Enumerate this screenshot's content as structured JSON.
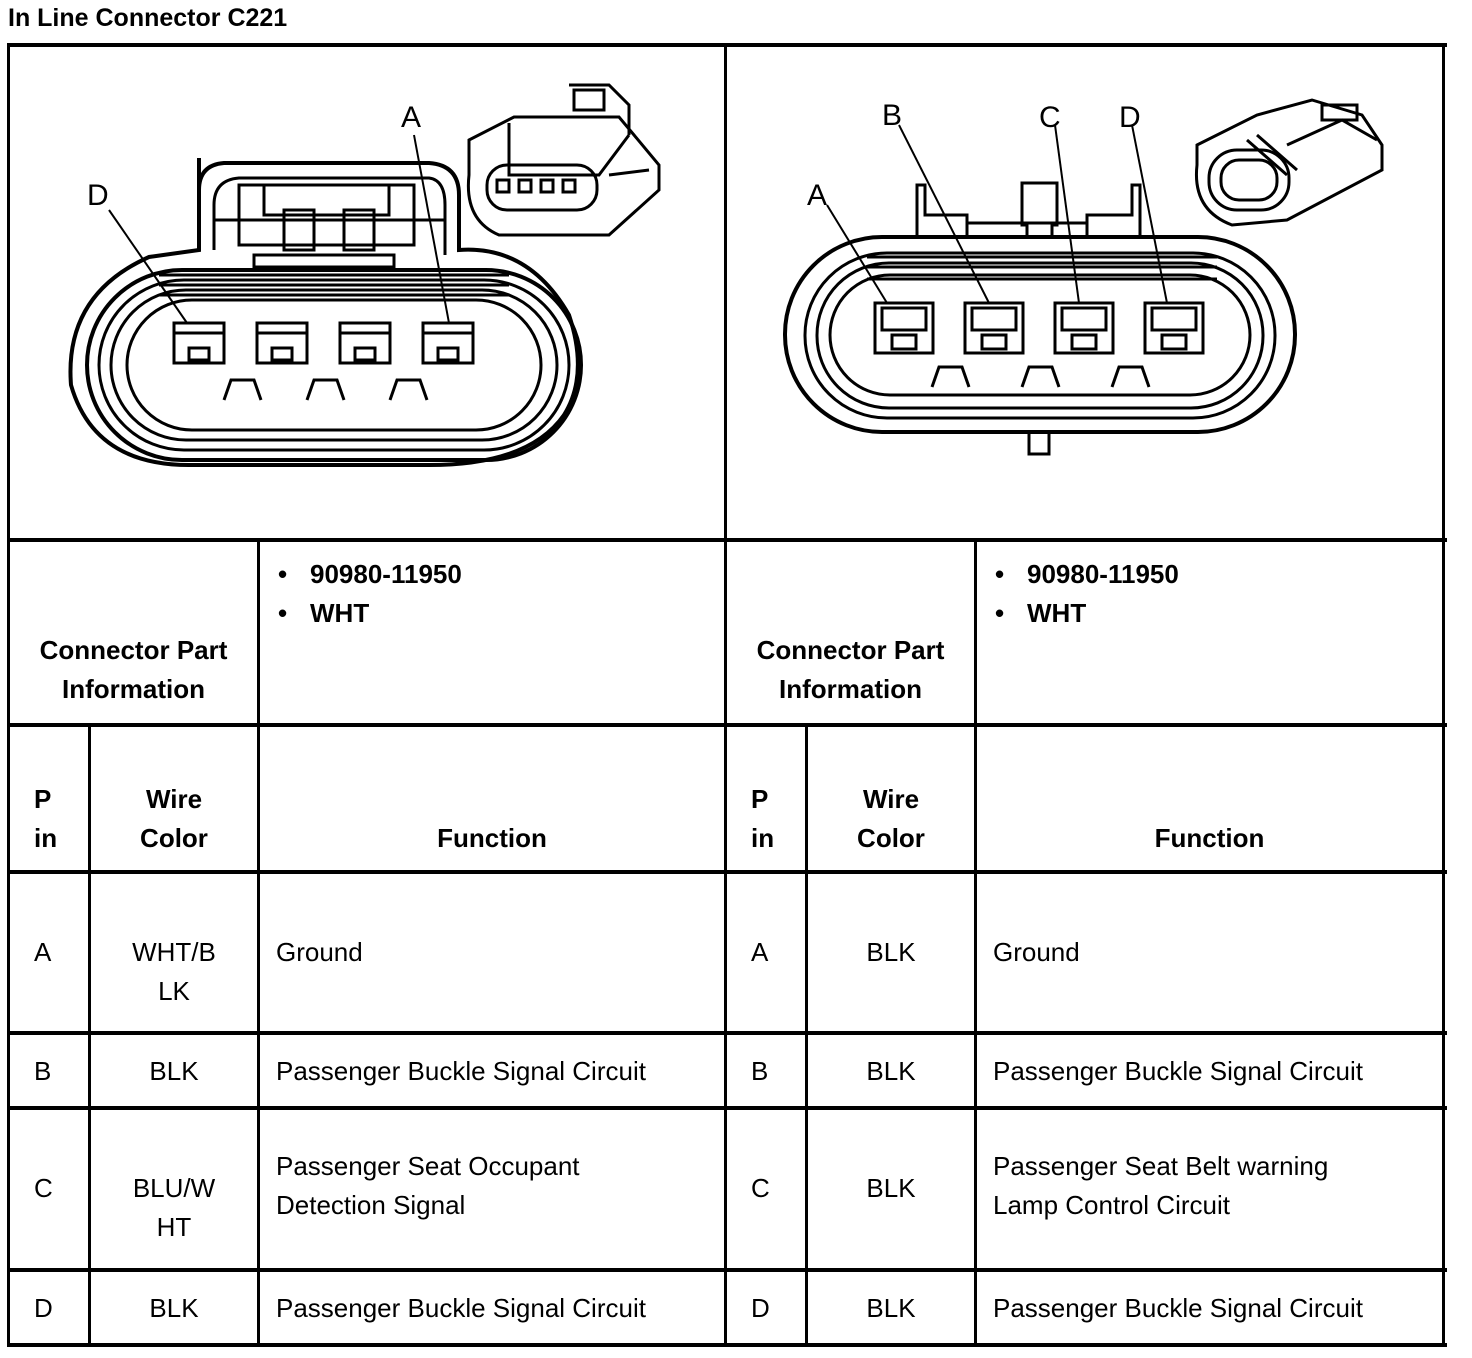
{
  "title": "In Line Connector C221",
  "left": {
    "diagram_labels": {
      "a": "A",
      "d": "D"
    },
    "part_info_label": [
      "Connector Part",
      "Information"
    ],
    "part_info": [
      "90980-11950",
      "WHT"
    ],
    "headers": {
      "pin": [
        "P",
        "in"
      ],
      "wire": [
        "Wire",
        "Color"
      ],
      "function": "Function"
    },
    "rows": [
      {
        "pin": "A",
        "wire": [
          "WHT/B",
          "LK"
        ],
        "function": [
          "Ground"
        ]
      },
      {
        "pin": "B",
        "wire": [
          "BLK"
        ],
        "function": [
          "Passenger Buckle Signal Circuit"
        ]
      },
      {
        "pin": "C",
        "wire": [
          "BLU/W",
          "HT"
        ],
        "function": [
          "Passenger Seat Occupant",
          "Detection Signal"
        ]
      },
      {
        "pin": "D",
        "wire": [
          "BLK"
        ],
        "function": [
          "Passenger Buckle Signal Circuit"
        ]
      }
    ]
  },
  "right": {
    "diagram_labels": {
      "a": "A",
      "b": "B",
      "c": "C",
      "d": "D"
    },
    "part_info_label": [
      "Connector Part",
      "Information"
    ],
    "part_info": [
      "90980-11950",
      "WHT"
    ],
    "headers": {
      "pin": [
        "P",
        "in"
      ],
      "wire": [
        "Wire",
        "Color"
      ],
      "function": "Function"
    },
    "rows": [
      {
        "pin": "A",
        "wire": [
          "BLK"
        ],
        "function": [
          "Ground"
        ]
      },
      {
        "pin": "B",
        "wire": [
          "BLK"
        ],
        "function": [
          "Passenger Buckle Signal Circuit"
        ]
      },
      {
        "pin": "C",
        "wire": [
          "BLK"
        ],
        "function": [
          "Passenger Seat Belt warning",
          "Lamp Control Circuit"
        ]
      },
      {
        "pin": "D",
        "wire": [
          "BLK"
        ],
        "function": [
          "Passenger Buckle Signal Circuit"
        ]
      }
    ]
  }
}
